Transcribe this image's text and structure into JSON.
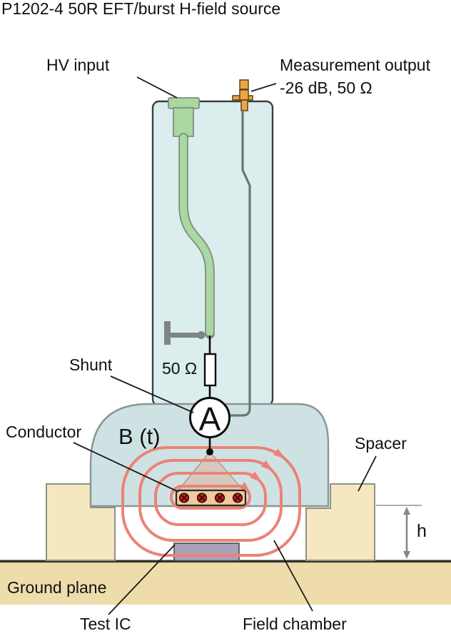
{
  "title": "P1202-4 50R EFT/burst H-field source",
  "labels": {
    "hv_input": "HV input",
    "measurement_output_line1": "Measurement output",
    "measurement_output_line2": "-26 dB, 50 Ω",
    "shunt": "Shunt",
    "resistor_value": "50 Ω",
    "field_b": "B (t)",
    "conductor": "Conductor",
    "spacer": "Spacer",
    "height_dim": "h",
    "ground_plane": "Ground plane",
    "test_ic": "Test IC",
    "field_chamber": "Field chamber",
    "ammeter": "A"
  },
  "colors": {
    "body_fill": "#dcedee",
    "chamber_fill": "#cfe2e3",
    "chamber_stroke": "#8a9595",
    "cable_green": "#abd7a0",
    "cable_outline": "#7d8e86",
    "connector_orange": "#f0a63e",
    "wire_gray": "#6b7674",
    "field_line": "#ec8276",
    "cone_fill": "#d8bfb2",
    "conductor_fill": "#f2c89e",
    "conductor_dot": "#dd1511",
    "spacer_fill": "#f5e7c0",
    "ground_fill": "#eeddab",
    "test_ic_fill": "#a8a2bb"
  }
}
